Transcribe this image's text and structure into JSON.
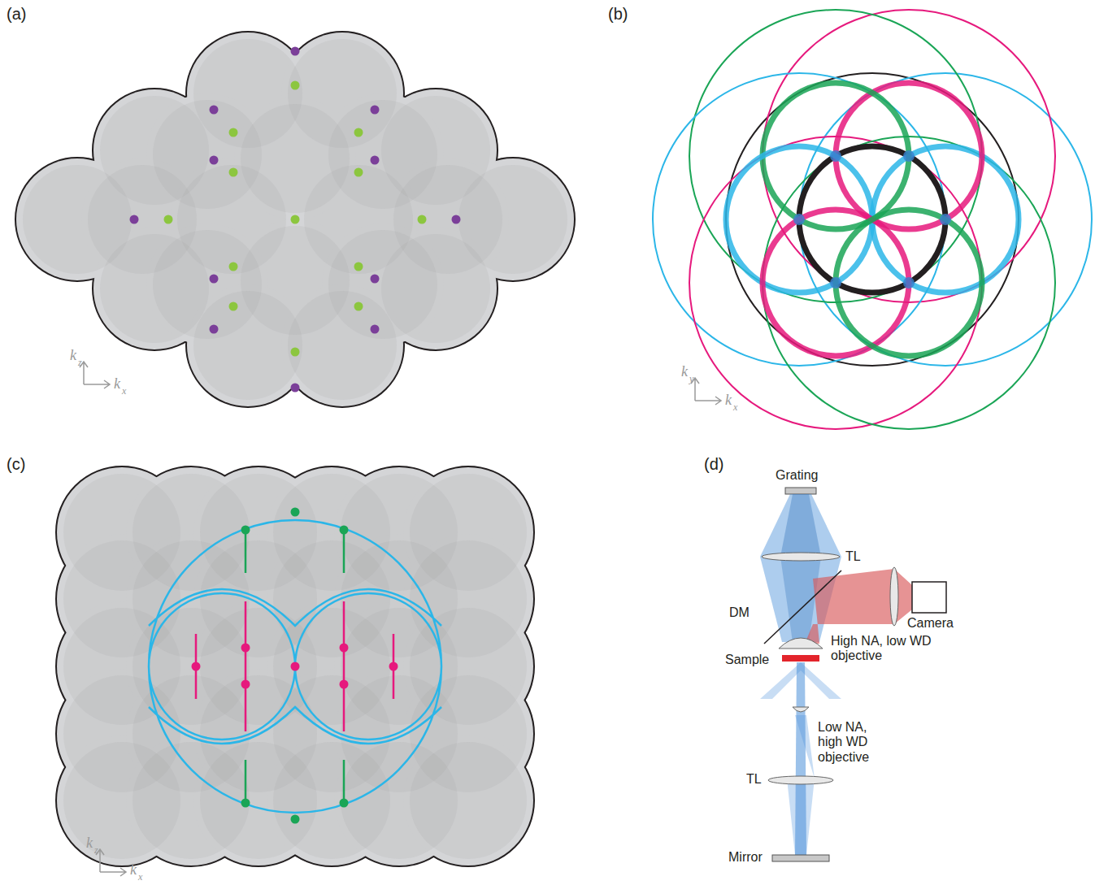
{
  "diagram": {
    "labels": [
      "(a)",
      "(b)",
      "(c)",
      "(d)",
      "k",
      "z",
      "k",
      "x",
      "k",
      "y",
      "k",
      "x",
      "k",
      "z",
      "k",
      "x",
      "Grating",
      "TL",
      "DM",
      "Camera",
      "High NA, low WD objective",
      "Sample",
      "Low NA, high WD objective",
      "TL",
      "Mirror"
    ]
  }
}
